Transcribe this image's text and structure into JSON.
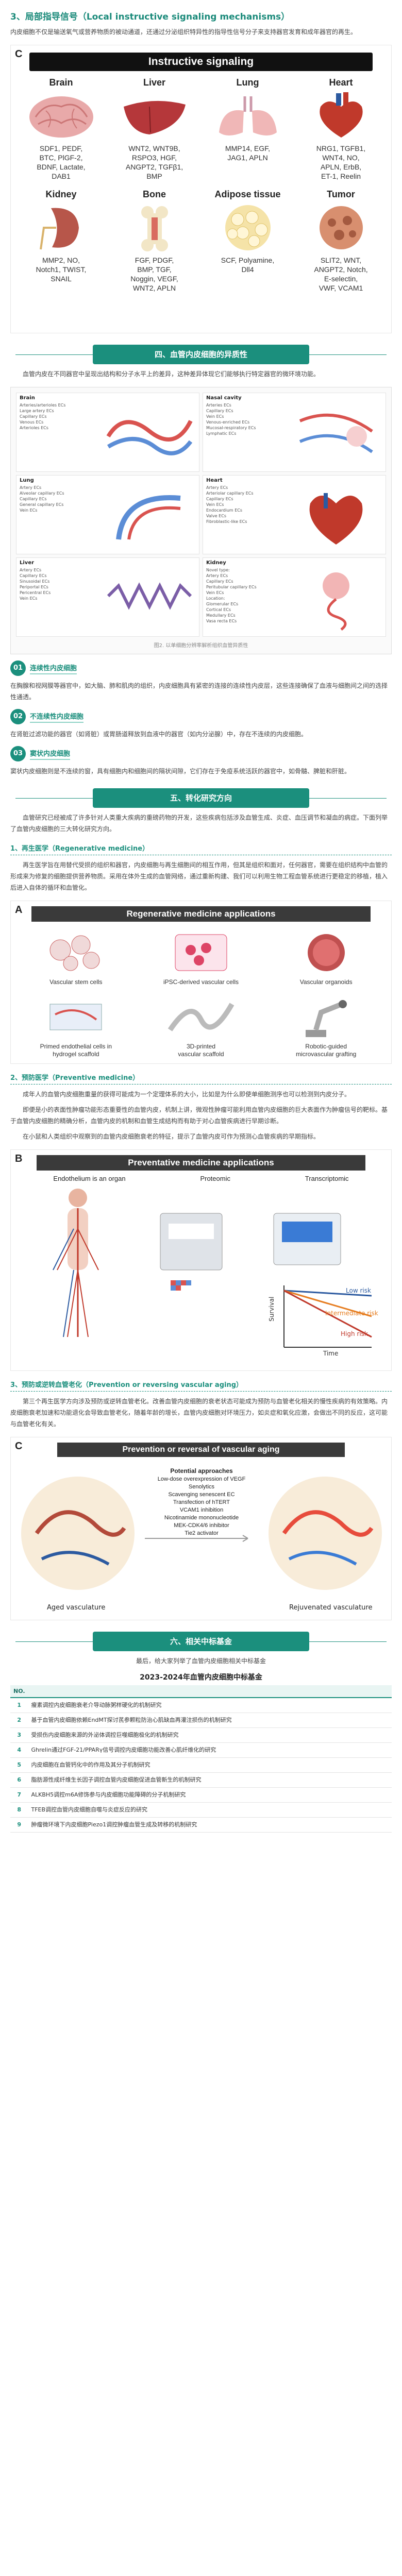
{
  "s3": {
    "title": "3、局部指导信号（Local instructive signaling mechanisms）",
    "intro": "内皮细胞不仅是输送氧气或营养物质的被动通道，还通过分泌组织特异性的指导性信号分子来支持器官发育和成年器官的再生。"
  },
  "panelC": {
    "letter": "C",
    "title": "Instructive signaling",
    "organs": [
      {
        "name": "Brain",
        "factors": "SDF1, PEDF,\nBTC, PlGF-2,\nBDNF, Lactate,\nDAB1"
      },
      {
        "name": "Liver",
        "factors": "WNT2, WNT9B,\nRSPO3, HGF,\nANGPT2, TGFβ1,\nBMP"
      },
      {
        "name": "Lung",
        "factors": "MMP14, EGF,\nJAG1, APLN"
      },
      {
        "name": "Heart",
        "factors": "NRG1, TGFB1,\nWNT4, NO,\nAPLN, ErbB,\nET-1, Reelin"
      },
      {
        "name": "Kidney",
        "factors": "MMP2, NO,\nNotch1, TWIST,\nSNAIL"
      },
      {
        "name": "Bone",
        "factors": "FGF, PDGF,\nBMP, TGF,\nNoggin, VEGF,\nWNT2, APLN"
      },
      {
        "name": "Adipose tissue",
        "factors": "SCF, Polyamine,\nDll4"
      },
      {
        "name": "Tumor",
        "factors": "SLIT2, WNT,\nANGPT2, Notch,\nE-selectin,\nVWF, VCAM1"
      }
    ]
  },
  "banner4": "四、血管内皮细胞的异质性",
  "s4": {
    "intro": "血管内皮在不同器官中呈现出结构和分子水平上的差异，这种差异体现它们能够执行特定器官的微环境功能。"
  },
  "fig2": {
    "cells": [
      {
        "label": "Brain",
        "sub": "Arteries/arterioles ECs\nLarge artery ECs\nCapillary ECs\nVenous ECs\nArterioles ECs"
      },
      {
        "label": "Nasal cavity",
        "sub": "Arteries ECs\nCapillary ECs\nVein ECs\nVenous-enriched ECs\nMucosal-respiratory ECs\nLymphatic ECs"
      },
      {
        "label": "Lung",
        "sub": "Artery ECs\nAlveolar capillary ECs\nCapillary ECs\nGeneral capillary ECs\nVein ECs"
      },
      {
        "label": "Heart",
        "sub": "Artery ECs\nArteriolar capillary ECs\nCapillary ECs\nVein ECs\nEndocardium ECs\nValve ECs\nFibroblastic-like ECs"
      },
      {
        "label": "Liver",
        "sub": "Artery ECs\nCapillary ECs\nSinusoidal ECs\nPeriportal ECs\nPericentral ECs\nVein ECs"
      },
      {
        "label": "Kidney",
        "sub": "Novel type:\nArtery ECs\nCapillary ECs\nPeritubular capillary ECs\nVein ECs\nLocation:\nGlomerular ECs\nCortical ECs\nMedullary ECs\nVasa recta ECs"
      }
    ],
    "caption": "图2. 以单细胞分辨率解析组织血管异质性"
  },
  "items": [
    {
      "num": "01",
      "title": "连续性内皮细胞",
      "text": "在胸腺和视网膜等器官中，如大脑、肺和肌肉的组织，内皮细胞具有紧密的连接的连续性内皮层，这些连接确保了血液与细胞间之间的选择性通透。"
    },
    {
      "num": "02",
      "title": "不连续性内皮细胞",
      "text": "在肾脏过滤功能的器官（如肾脏）或胃肠道释放到血液中的器官（如内分泌腺）中，存在不连续的内皮细胞。"
    },
    {
      "num": "03",
      "title": "窦状内皮细胞",
      "text": "窦状内皮细胞则是不连续的窗，具有细胞内和细胞间的隔状间隙，它们存在于免疫系统活跃的器官中，如骨髓、脾脏和肝脏。"
    }
  ],
  "banner5": "五、转化研究方向",
  "s5": {
    "intro": "血管研究已经被成了许多针对人类重大疾病的重磅药物的开发，这些疾病包括涉及血管生成、炎症、血压调节和凝血的病症。下面列举了血管内皮细胞的三大转化研究方向。"
  },
  "regen": {
    "heading": "1、再生医学（Regenerative medicine）",
    "text": "再生医学旨在用替代受损的组织和器官，内皮细胞与再生细胞间的相互作用，但其是组织和面对，任何器官，需要在组织结构中血管的形成来为修复的细胞提供营养物质。采用在体外生成的血管网络，通过重新构建、我们可以利用生物工程血管系统进行更稳定的移植，植入后进入自体的循环和血管化。",
    "panel_letter": "A",
    "panel_title": "Regenerative medicine applications",
    "items": [
      {
        "caption": "Vascular stem cells"
      },
      {
        "caption": "iPSC-derived vascular cells"
      },
      {
        "caption": "Vascular organoids"
      },
      {
        "caption": "Primed endothelial cells in\nhydrogel scaffold"
      },
      {
        "caption": "3D-printed\nvascular scaffold"
      },
      {
        "caption": "Robotic-guided\nmicrovascular grafting"
      }
    ]
  },
  "prevent": {
    "heading": "2、预防医学（Preventive medicine）",
    "text1": "成年人的血管内皮细胞重量的获得可能成为一个定理体系的大小，比如是为什么即使单细胞测序也可以检测到内皮分子。",
    "text2": "即便是小的表面性肿瘤功能形态重要性的血管内皮，机制上讲，微观性肿瘤可能利用血管内皮细胞的巨大表面作为肿瘤信号的靶标。基于血管内皮细胞的精确分析，血管内皮的机制和血管生成结构而有助于对心血管疾病进行早期诊断。",
    "text3": "在小鼠和人类组织中观察到的血管内皮细胞衰老的特征，提示了血管内皮可作为预测心血管疾病的早期指标。",
    "panel_letter": "B",
    "panel_title": "Preventative medicine applications",
    "labels": [
      "Endothelium is an organ",
      "Proteomic",
      "Transcriptomic"
    ],
    "graph_low": "Low risk",
    "graph_mid": "Intermediate risk",
    "graph_high": "High risk",
    "y_axis": "Survival",
    "x_axis": "Time"
  },
  "reverse": {
    "heading": "3、预防或逆转血管老化（Prevention or reversing vascular aging）",
    "text": "第三个再生医学方向涉及预防或逆转血管老化。改善血管内皮细胞的衰老状态可能成为预防与血管老化相关的慢性疾病的有效策略。内皮细胞衰老加速和功能退化会导致血管老化，随着年龄的增长，血管内皮细胞对环境压力，如炎症和氧化应激，会做出不同的反应，这可能与血管老化有关。",
    "panel_letter": "C",
    "panel_title": "Prevention or reversal of vascular aging",
    "approach_title": "Potential approaches",
    "approaches": "Low-dose overexpression of VEGF\nSenolytics\nScavenging senescent EC\nTransfection of hTERT\nVCAM1 inhibition\nNicotinamide mononucleotide\nMEK-CDK4/6 inhibitor\nTie2 activator",
    "aged": "Aged vasculature",
    "rejuv": "Rejuvenated vasculature"
  },
  "banner6": "六、相关中标基金",
  "s6": {
    "intro": "最后，给大家列举了血管内皮细胞相关中标基金",
    "table_title": "2023-2024年血管内皮细胞中标基金",
    "header_no": "NO.",
    "header_project": "",
    "rows": [
      {
        "no": "1",
        "project": "瘦素调控内皮细胞衰老介导动脉粥样硬化的机制研究"
      },
      {
        "no": "2",
        "project": "基于血管内皮细胞依赖EndMT探讨芪参颗粒防治心肌缺血再灌注损伤的机制研究"
      },
      {
        "no": "3",
        "project": "受损伤内皮细胞来源的外泌体调控巨噬细胞极化的机制研究"
      },
      {
        "no": "4",
        "project": "Ghrelin通过FGF-21/PPARγ信号调控内皮细胞功能改善心肌纤维化的研究"
      },
      {
        "no": "5",
        "project": "内皮细胞在血管钙化中的作用及其分子机制研究"
      },
      {
        "no": "6",
        "project": "脂肪源性成纤维生长因子调控血管内皮细胞促进血管新生的机制研究"
      },
      {
        "no": "7",
        "project": "ALKBH5调控m6A修饰参与内皮细胞功能障碍的分子机制研究"
      },
      {
        "no": "8",
        "project": "TFEB调控血管内皮细胞自噬与炎症反应的研究"
      },
      {
        "no": "9",
        "project": "肿瘤微环境下内皮细胞Piezo1调控肿瘤血管生成及转移的机制研究"
      }
    ]
  }
}
